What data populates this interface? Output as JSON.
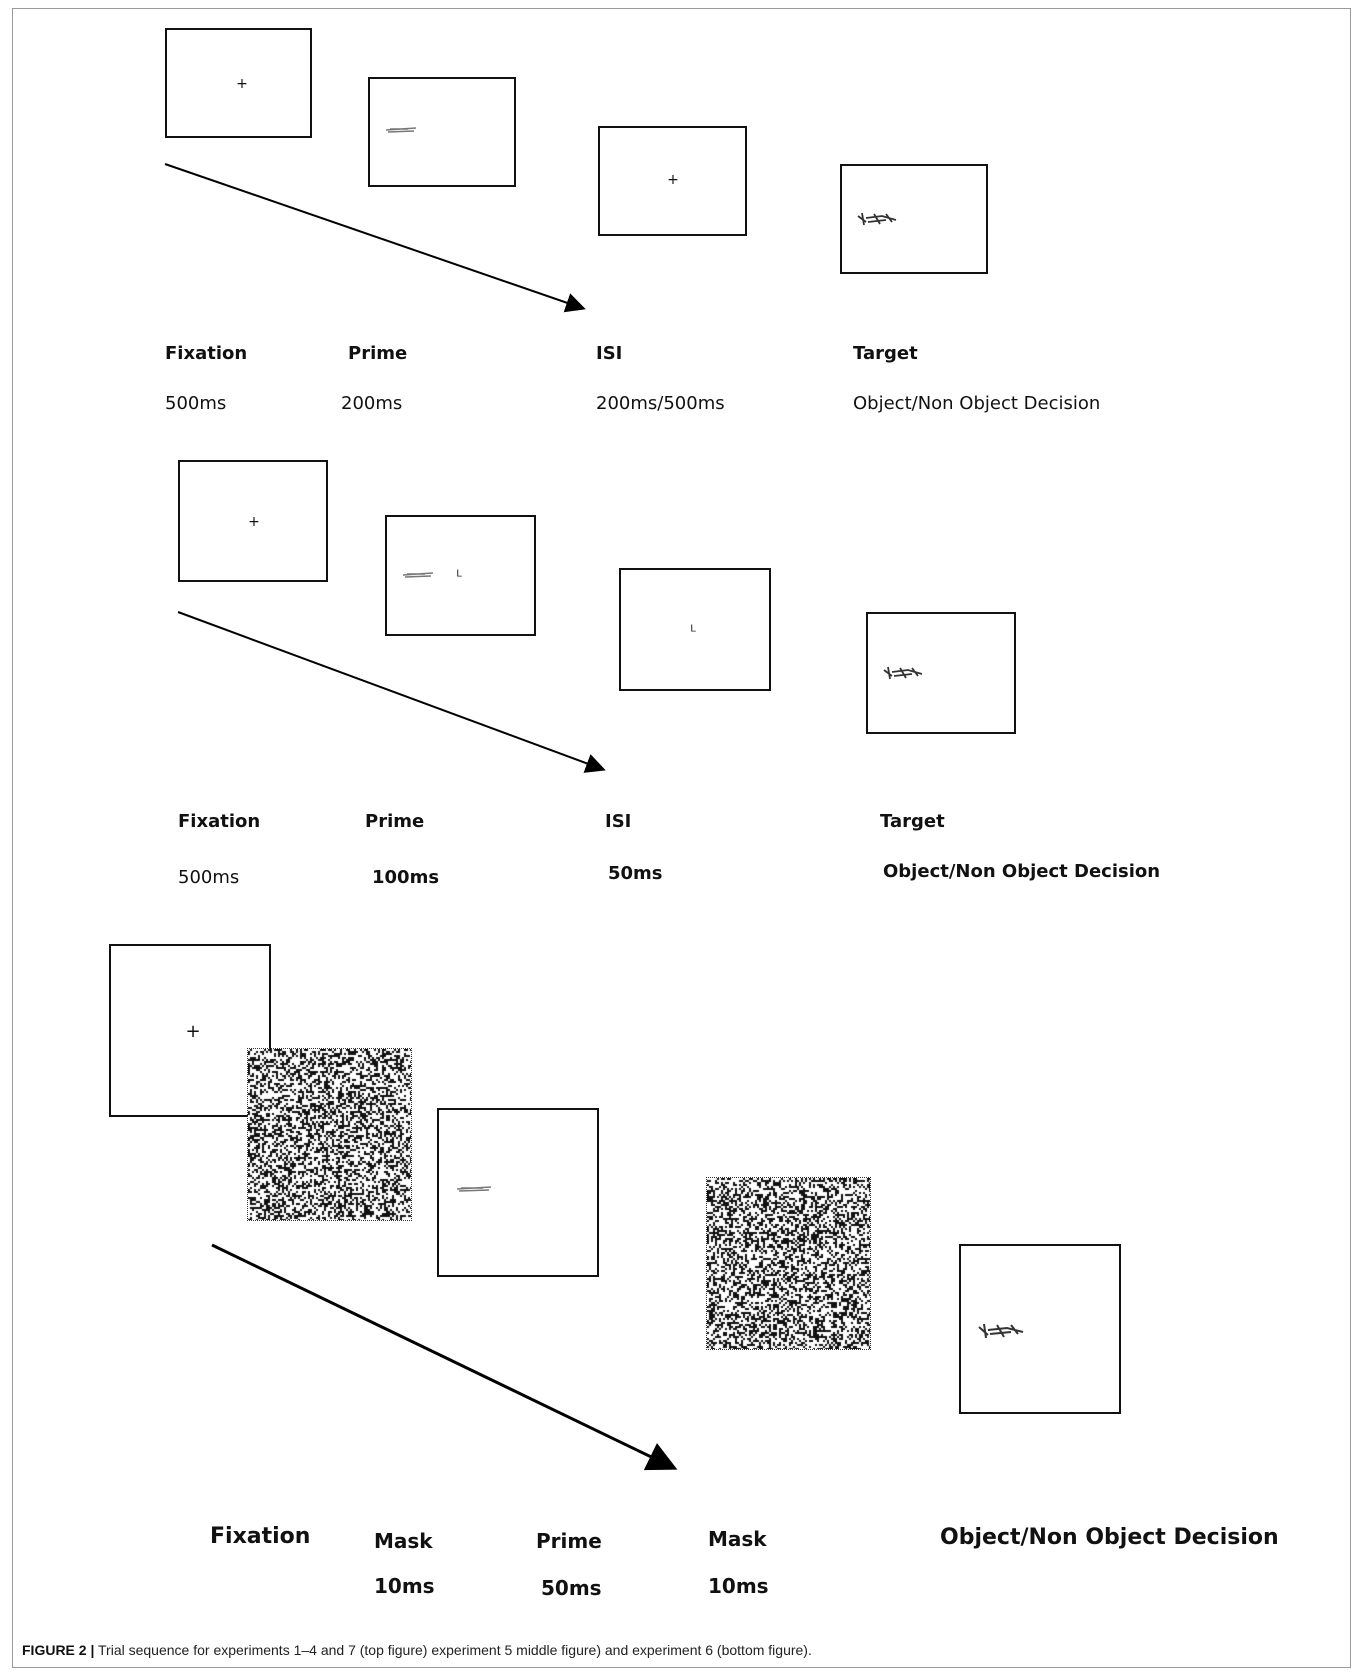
{
  "panel1": {
    "labels": {
      "fixation": "Fixation",
      "prime": "Prime",
      "isi": "ISI",
      "target": "Target"
    },
    "durations": {
      "fixation": "500ms",
      "prime": "200ms",
      "isi": "200ms/500ms",
      "target": "Object/Non Object Decision"
    }
  },
  "panel2": {
    "letter": "L",
    "labels": {
      "fixation": "Fixation",
      "prime": "Prime",
      "isi": "ISI",
      "target": "Target"
    },
    "durations": {
      "fixation": "500ms",
      "prime": "100ms",
      "isi": "50ms",
      "target": "Object/Non Object Decision"
    }
  },
  "panel3": {
    "labels": {
      "fixation": "Fixation",
      "mask1": "Mask",
      "prime": "Prime",
      "mask2": "Mask",
      "decision": "Object/Non Object Decision"
    },
    "durations": {
      "mask1": "10ms",
      "prime": "50ms",
      "mask2": "10ms"
    }
  },
  "fixation_symbol": "+",
  "caption": {
    "label": "FIGURE 2 |",
    "text": "Trial sequence for experiments 1–4 and 7 (top figure) experiment 5 middle figure) and experiment 6 (bottom figure)."
  }
}
